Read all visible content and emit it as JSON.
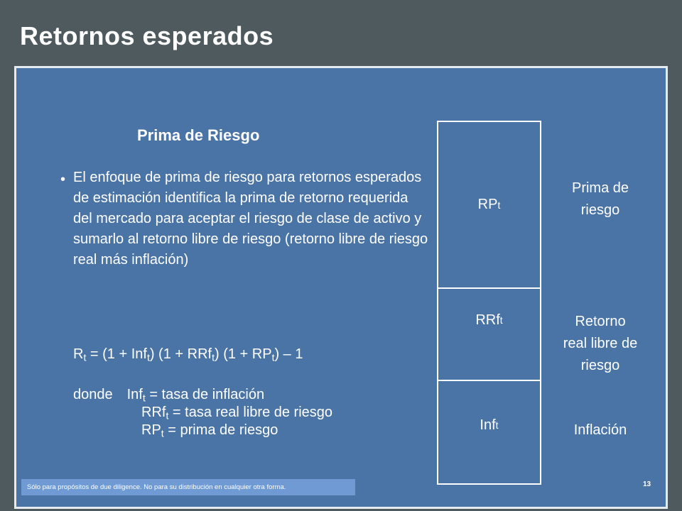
{
  "slide": {
    "title": "Retornos esperados",
    "heading": "Prima de Riesgo",
    "bullet": "•",
    "bullet_text": "El enfoque de prima de riesgo para retornos esperados de estimación identifica la prima de retorno requerida del mercado para aceptar el riesgo de clase de activo y sumarlo al retorno libre de riesgo (retorno libre de riesgo real más inflación)",
    "formula": {
      "R": "R",
      "t": "t",
      "part1": " = (1 + Inf",
      "part2": ") (1 + RRf",
      "part3": ") (1 + RP",
      "part4": ") – 1"
    },
    "definitions": {
      "donde": "donde",
      "inf_symbol": "Inf",
      "inf_desc": " = tasa de inflación",
      "rrf_symbol": "RRf",
      "rrf_desc": " = tasa real libre de riesgo",
      "rp_symbol": "RP",
      "rp_desc": " = prima de riesgo",
      "subscript": "t"
    },
    "stack": {
      "rp": "RP",
      "rrf": "RRf",
      "inf": "Inf",
      "subscript": "t"
    },
    "labels": {
      "rp_line1": "Prima de",
      "rp_line2": "riesgo",
      "rrf_line1": "Retorno",
      "rrf_line2": "real libre de",
      "rrf_line3": "riesgo",
      "inf": "Inflación"
    },
    "footer": "Sólo para propósitos de due diligence. No para su distribución en cualquier otra forma.",
    "page_number": "13"
  }
}
